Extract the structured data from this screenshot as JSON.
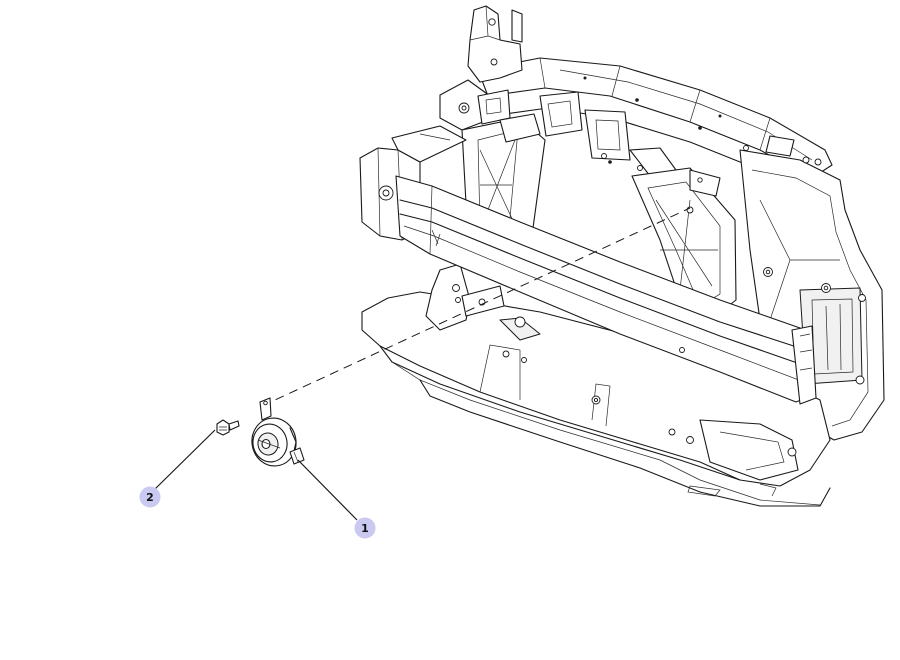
{
  "callouts": [
    {
      "id": "1",
      "label": "1",
      "part": "horn"
    },
    {
      "id": "2",
      "label": "2",
      "part": "bolt"
    }
  ],
  "colors": {
    "callout_fill": "#c9c9f2",
    "line": "#1a1a1a",
    "background": "#ffffff"
  }
}
